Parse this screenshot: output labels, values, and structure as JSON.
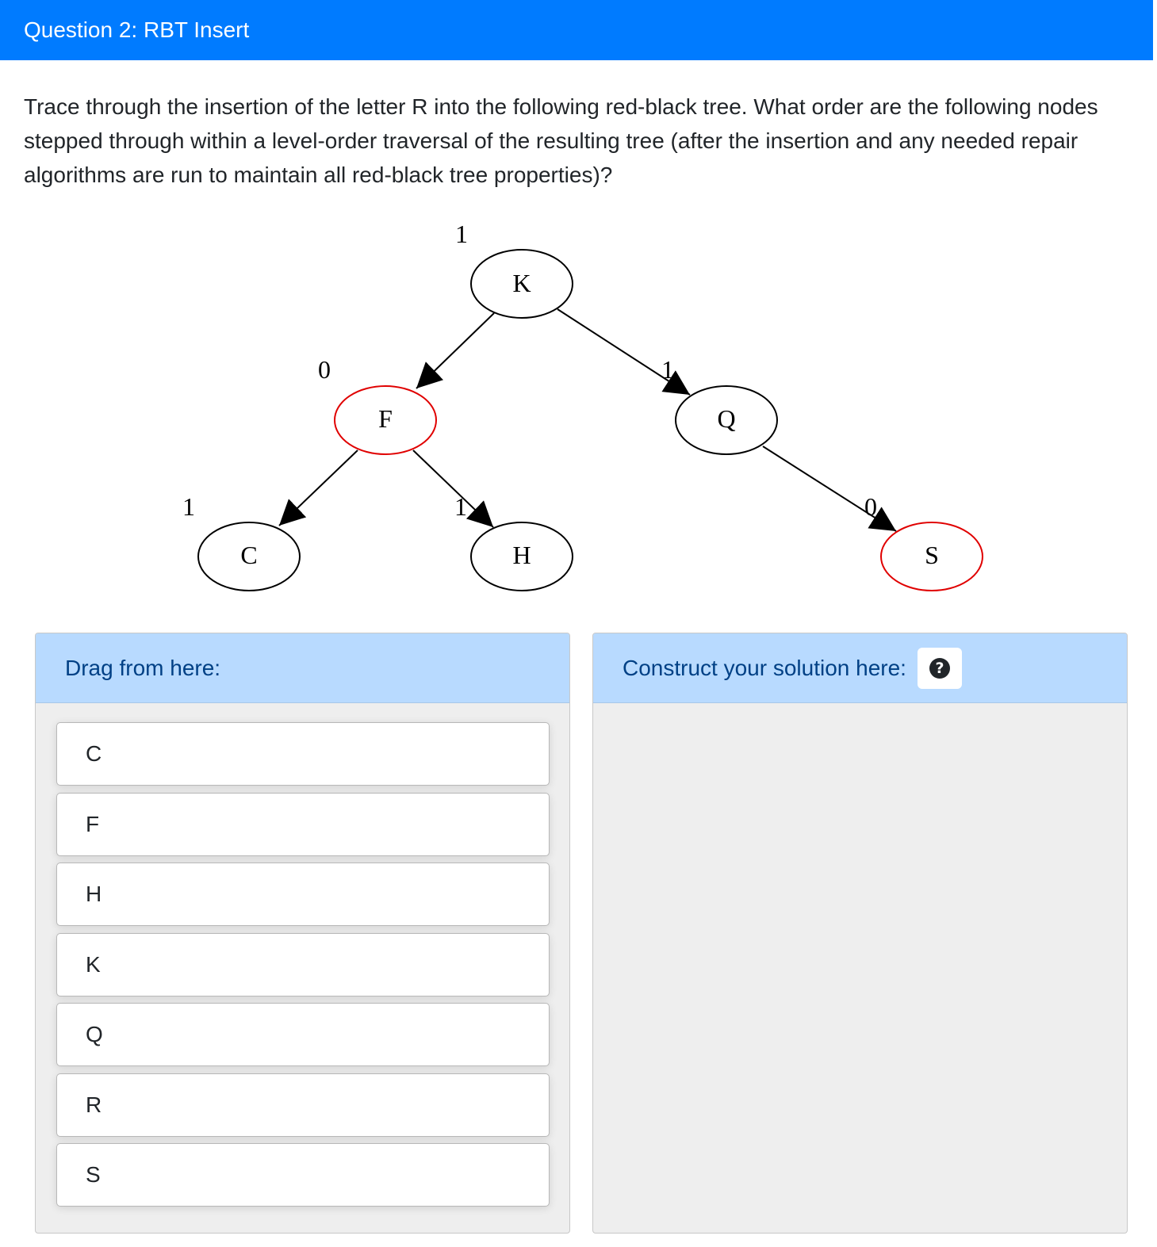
{
  "header": {
    "title": "Question 2: RBT Insert"
  },
  "question": {
    "text": "Trace through the insertion of the letter R into the following red-black tree. What order are the following nodes stepped through within a level-order traversal of the resulting tree (after the insertion and any needed repair algorithms are run to maintain all red-black tree properties)?"
  },
  "tree": {
    "nodes": [
      {
        "id": "K",
        "label": "K",
        "color": "#000000"
      },
      {
        "id": "F",
        "label": "F",
        "color": "#e00000"
      },
      {
        "id": "Q",
        "label": "Q",
        "color": "#000000"
      },
      {
        "id": "C",
        "label": "C",
        "color": "#000000"
      },
      {
        "id": "H",
        "label": "H",
        "color": "#000000"
      },
      {
        "id": "S",
        "label": "S",
        "color": "#e00000"
      }
    ],
    "edges": [
      {
        "from": "K",
        "to": "F"
      },
      {
        "from": "K",
        "to": "Q"
      },
      {
        "from": "F",
        "to": "C"
      },
      {
        "from": "F",
        "to": "H"
      },
      {
        "from": "Q",
        "to": "S"
      }
    ],
    "labels": {
      "k": "1",
      "f": "0",
      "q": "1",
      "c": "1",
      "h": "1",
      "s": "0"
    }
  },
  "source_panel": {
    "title": "Drag from here:",
    "blocks": [
      "C",
      "F",
      "H",
      "K",
      "Q",
      "R",
      "S"
    ]
  },
  "target_panel": {
    "title": "Construct your solution here:",
    "help_icon": "question-circle-icon"
  },
  "colors": {
    "header_bg": "#007bff",
    "panel_header_bg": "#b8daff",
    "panel_bg": "#eeeeee",
    "red_node": "#e00000"
  }
}
